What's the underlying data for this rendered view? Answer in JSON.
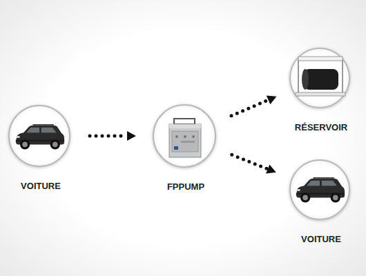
{
  "diagram": {
    "nodes": [
      {
        "text": [
          "VOITURE"
        ]
      },
      {
        "text": [
          "FPPUMP"
        ]
      },
      {
        "text": [
          "RÉSERVOIR"
        ]
      },
      {
        "text": [
          "VOITURE"
        ]
      }
    ],
    "edges": [
      {
        "from": 0,
        "to": 1,
        "arrow": "to"
      },
      {
        "from": 1,
        "to": 2,
        "arrow": "to"
      },
      {
        "from": 1,
        "to": 3,
        "arrow": "to"
      }
    ]
  }
}
